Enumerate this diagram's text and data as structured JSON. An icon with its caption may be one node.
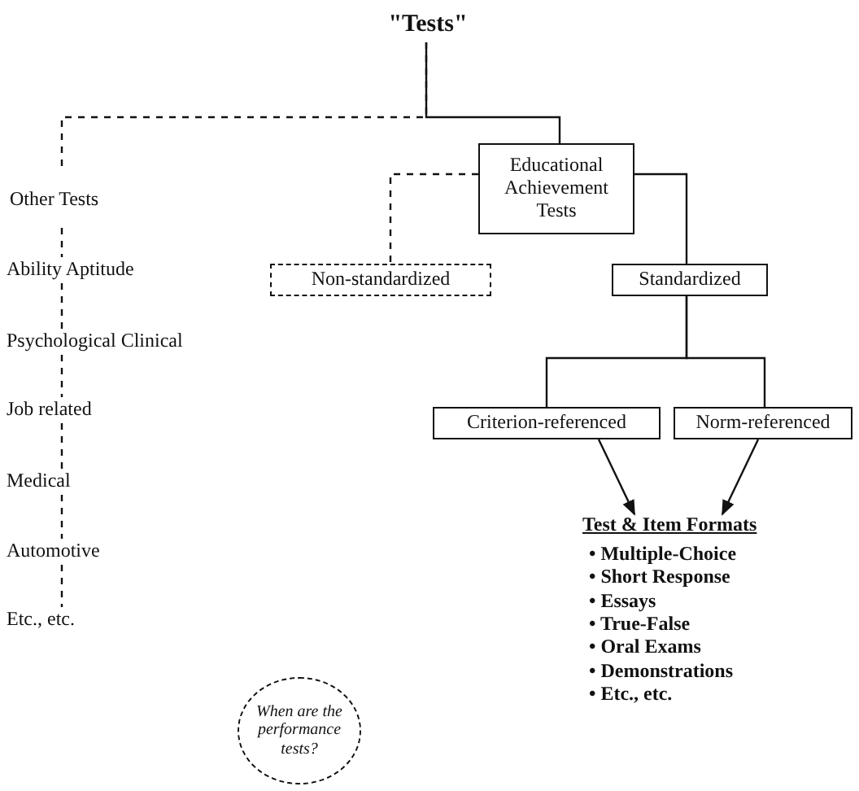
{
  "diagram": {
    "nodes": [
      {
        "text": [
          "\"Tests\""
        ]
      },
      {
        "text": [
          "Other Tests"
        ]
      },
      {
        "text": [
          "Ability Aptitude"
        ]
      },
      {
        "text": [
          "Psychological Clinical"
        ]
      },
      {
        "text": [
          "Job related"
        ]
      },
      {
        "text": [
          "Medical"
        ]
      },
      {
        "text": [
          "Automotive"
        ]
      },
      {
        "text": [
          "Etc., etc."
        ]
      },
      {
        "text": [
          "Educational Achievement Tests"
        ]
      },
      {
        "text": [
          "Non-standardized"
        ]
      },
      {
        "text": [
          "Standardized"
        ]
      },
      {
        "text": [
          "Criterion-referenced"
        ]
      },
      {
        "text": [
          "Norm-referenced"
        ]
      },
      {
        "text": [
          "Test & Item Formats",
          "• Multiple-Choice",
          "• Short Response",
          "• Essays",
          "• True-False",
          "• Oral Exams",
          "• Demonstrations",
          "• Etc., etc."
        ]
      },
      {
        "text": [
          "When are the performance tests?"
        ]
      }
    ],
    "edges": [
      {
        "from": 0,
        "to": 1,
        "arrow": "none",
        "style": "dashed"
      },
      {
        "from": 0,
        "to": 8,
        "arrow": "none"
      },
      {
        "from": 1,
        "to": 2,
        "arrow": "none",
        "style": "dashed"
      },
      {
        "from": 2,
        "to": 3,
        "arrow": "none",
        "style": "dashed"
      },
      {
        "from": 3,
        "to": 4,
        "arrow": "none",
        "style": "dashed"
      },
      {
        "from": 4,
        "to": 5,
        "arrow": "none",
        "style": "dashed"
      },
      {
        "from": 5,
        "to": 6,
        "arrow": "none",
        "style": "dashed"
      },
      {
        "from": 6,
        "to": 7,
        "arrow": "none",
        "style": "dashed"
      },
      {
        "from": 8,
        "to": 9,
        "arrow": "none",
        "style": "dashed"
      },
      {
        "from": 8,
        "to": 10,
        "arrow": "none"
      },
      {
        "from": 10,
        "to": 11,
        "arrow": "none"
      },
      {
        "from": 10,
        "to": 12,
        "arrow": "none"
      },
      {
        "from": 11,
        "to": 13,
        "arrow": "to"
      },
      {
        "from": 12,
        "to": 13,
        "arrow": "to"
      }
    ]
  }
}
